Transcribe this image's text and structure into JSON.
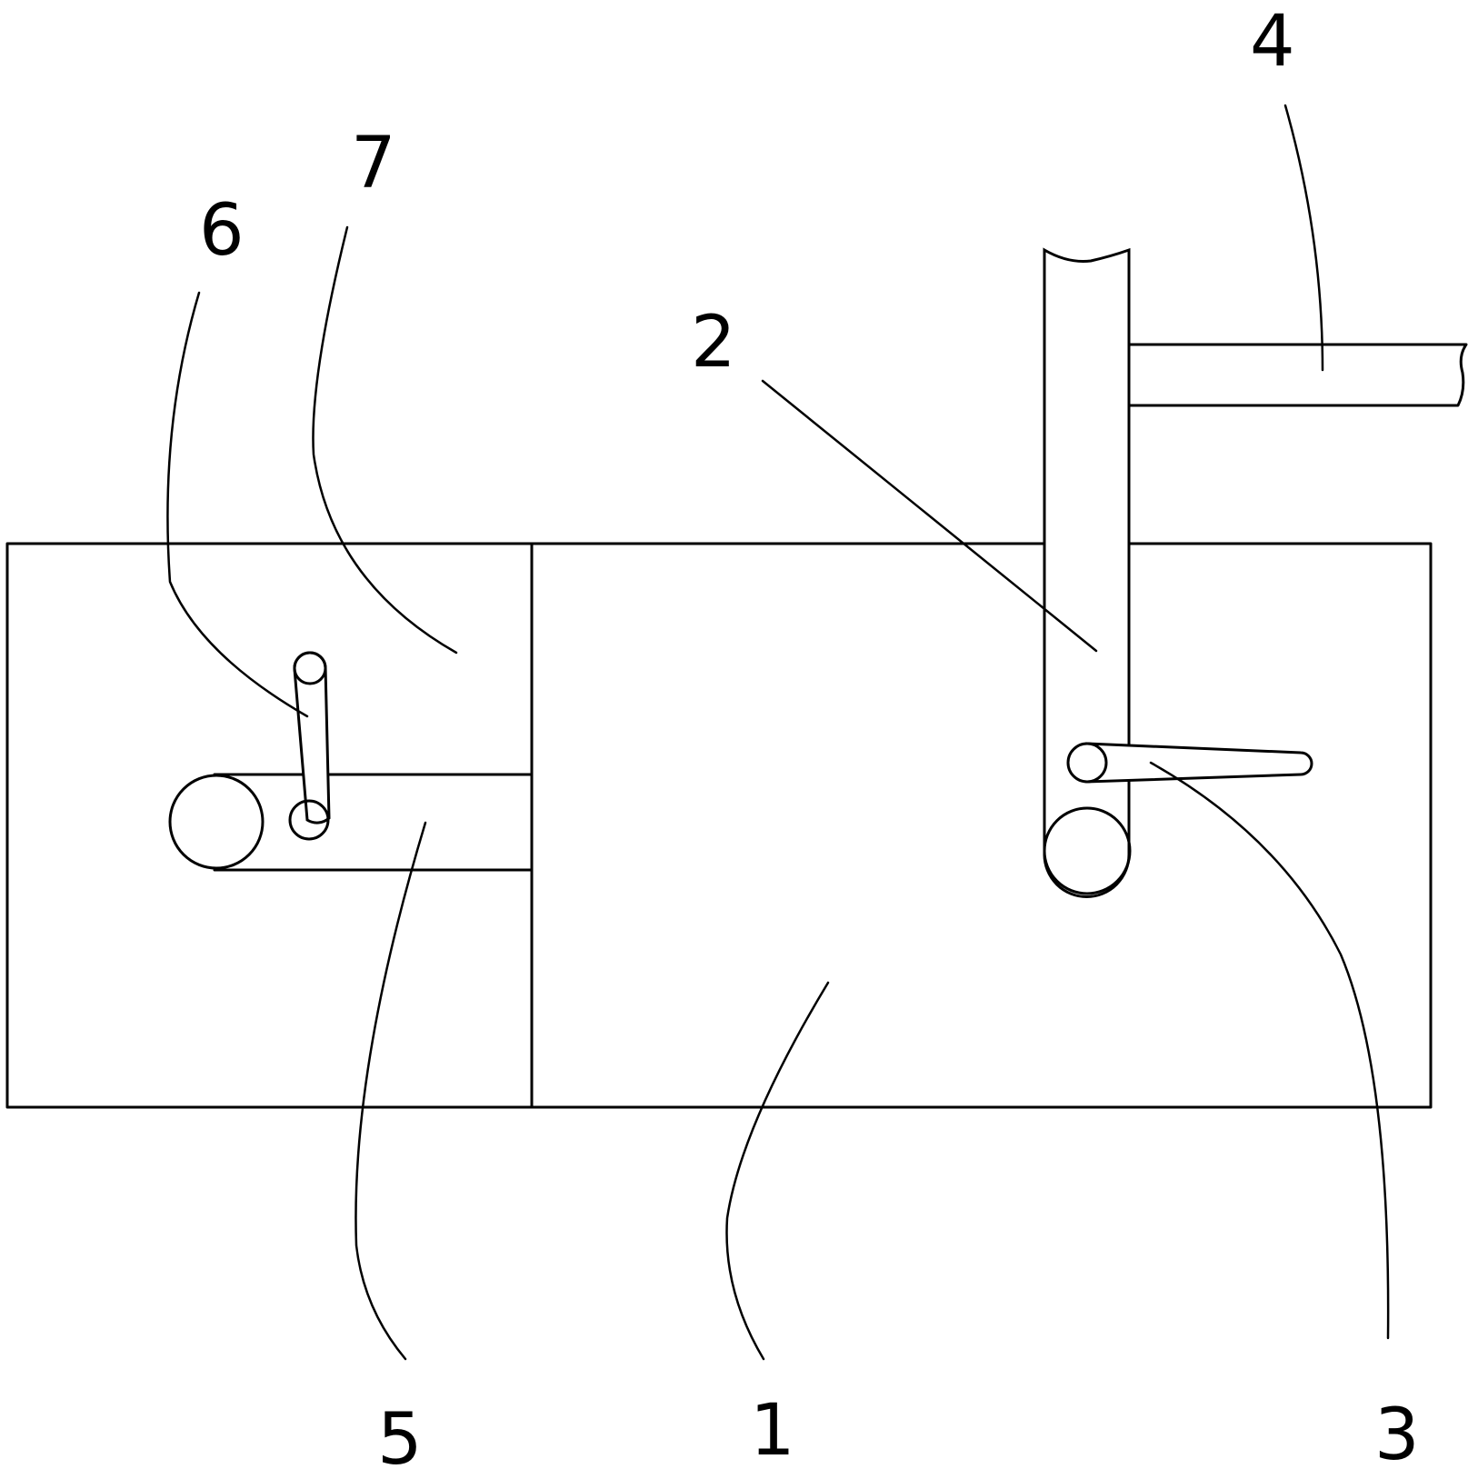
{
  "figure": {
    "labels": {
      "base_body": "1",
      "vertical_post": "2",
      "lever_arm": "3",
      "horizontal_bar": "4",
      "inner_slide": "5",
      "small_pin": "6",
      "left_compartment": "7"
    }
  },
  "colors": {
    "line": "#000000",
    "background": "#ffffff"
  }
}
